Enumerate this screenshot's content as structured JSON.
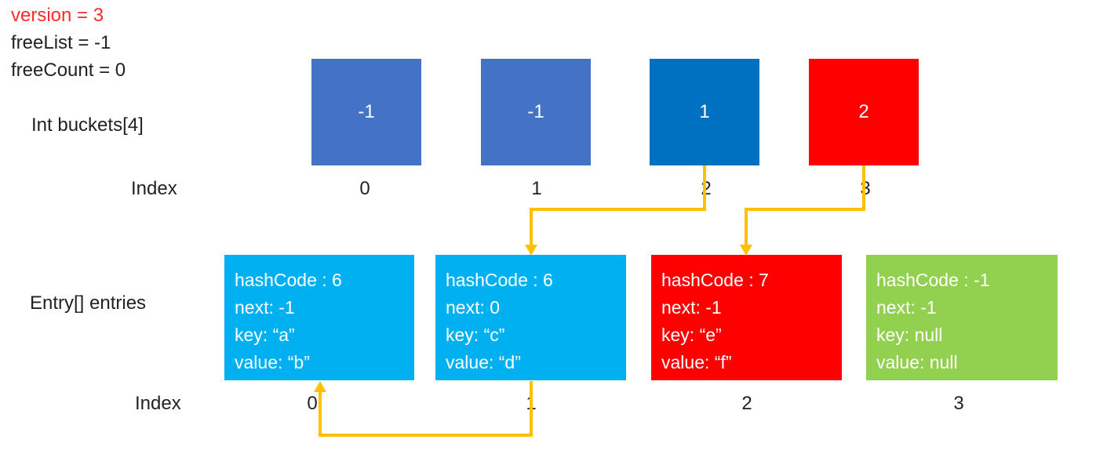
{
  "state": {
    "version": "version = 3",
    "freeList": "freeList = -1",
    "freeCount": "freeCount = 0"
  },
  "colors": {
    "version_text": "#ff2a2a",
    "bucket_default": "#4472c4",
    "bucket_highlight": "#0070c0",
    "bucket_new": "#ff0000",
    "entry_used": "#00b0f0",
    "entry_new": "#ff0000",
    "entry_free": "#92d050",
    "arrow": "#ffc000"
  },
  "buckets": {
    "label": "Int buckets[4]",
    "index_label": "Index",
    "items": [
      {
        "value": "-1",
        "index": "0"
      },
      {
        "value": "-1",
        "index": "1"
      },
      {
        "value": "1",
        "index": "2"
      },
      {
        "value": "2",
        "index": "3"
      }
    ]
  },
  "entries": {
    "label": "Entry[] entries",
    "index_label": "Index",
    "items": [
      {
        "hashCode": "hashCode : 6",
        "next": "next: -1",
        "key": "key: “a”",
        "value": "value: “b”",
        "index": "0"
      },
      {
        "hashCode": "hashCode : 6",
        "next": "next: 0",
        "key": "key: “c”",
        "value": "value: “d”",
        "index": "1"
      },
      {
        "hashCode": "hashCode : 7",
        "next": "next: -1",
        "key": "key: “e”",
        "value": "value: “f”",
        "index": "2"
      },
      {
        "hashCode": "hashCode : -1",
        "next": "next: -1",
        "key": "key: null",
        "value": "value: null",
        "index": "3"
      }
    ]
  }
}
